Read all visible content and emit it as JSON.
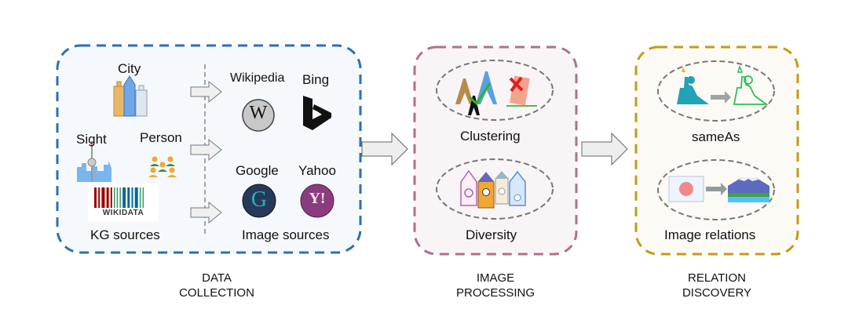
{
  "diagram_title": "",
  "stages": [
    {
      "id": "data-collection",
      "caption_line1": "DATA",
      "caption_line2": "COLLECTION",
      "border_color": "#2f6fb0",
      "fill_color": "#f5f8fc",
      "kg_sources": {
        "label": "KG sources",
        "items": [
          {
            "label": "City",
            "icon": "city-skyline-icon"
          },
          {
            "label": "Sight",
            "icon": "tv-tower-skyline-icon"
          },
          {
            "label": "Person",
            "icon": "people-group-icon"
          }
        ],
        "logo": {
          "label": "WIKIDATA",
          "icon": "wikidata-logo"
        }
      },
      "image_sources": {
        "label": "Image sources",
        "items": [
          {
            "label": "Wikipedia",
            "icon": "wikipedia-logo",
            "glyph": "W"
          },
          {
            "label": "Bing",
            "icon": "bing-logo",
            "glyph": "b"
          },
          {
            "label": "Google",
            "icon": "google-logo",
            "glyph": "G"
          },
          {
            "label": "Yahoo",
            "icon": "yahoo-logo",
            "glyph": "Y!"
          }
        ]
      }
    },
    {
      "id": "image-processing",
      "caption_line1": "IMAGE",
      "caption_line2": "PROCESSING",
      "border_color": "#b0708f",
      "fill_color": "#f9f4f6",
      "steps": [
        {
          "label": "Clustering",
          "icon": "eiffel-towers-check-pisa-cross-icon"
        },
        {
          "label": "Diversity",
          "icon": "clock-towers-icon"
        }
      ]
    },
    {
      "id": "relation-discovery",
      "caption_line1": "RELATION",
      "caption_line2": "DISCOVERY",
      "border_color": "#c49a18",
      "fill_color": "#fcfaf5",
      "steps": [
        {
          "label": "sameAs",
          "icon": "statue-of-liberty-to-outline-icon"
        },
        {
          "label": "Image relations",
          "icon": "japan-flag-to-mount-fuji-icon"
        }
      ]
    }
  ]
}
